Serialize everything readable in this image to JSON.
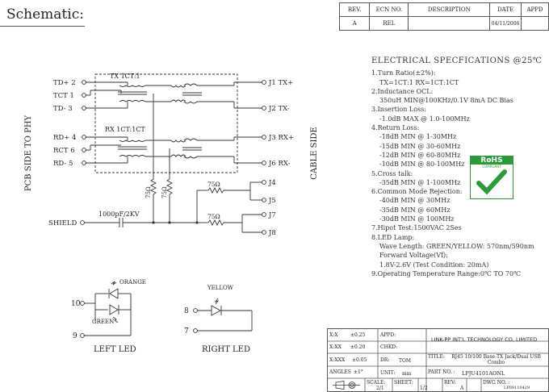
{
  "header": {
    "title": "Schematic:",
    "rev_table": {
      "headers": [
        "REV.",
        "ECN NO.",
        "DESCRIPTION",
        "DATE",
        "APPD"
      ],
      "row": [
        "A",
        "REL",
        "",
        "04/11/2006",
        ""
      ]
    }
  },
  "schematic": {
    "left_side_label": "PCB SIDE TO PHY",
    "right_side_label": "CABLE SIDE",
    "tx_label": "TX 1CT:1",
    "rx_label": "RX 1CT:1CT",
    "left_pins": [
      "TD+ 2",
      "TCT 1",
      "TD- 3",
      "RD+ 4",
      "RCT 6",
      "RD- 5"
    ],
    "right_pins": [
      "J1 TX+",
      "J2 TX-",
      "J3 RX+",
      "J6 RX-",
      "J4",
      "J5",
      "J7",
      "J8"
    ],
    "r1": "75Ω",
    "r2": "75Ω",
    "r3": "75Ω",
    "r4": "75Ω",
    "cap": "1000pF/2KV",
    "shield": "SHIELD"
  },
  "leds": {
    "left": {
      "title": "LEFT LED",
      "pin_top": "10",
      "pin_bottom": "9",
      "orange": "ORANGE",
      "green": "GREEN"
    },
    "right": {
      "title": "RIGHT LED",
      "pin_top": "8",
      "pin_bottom": "7",
      "color": "YELLOW"
    }
  },
  "specs": {
    "title": "ELECTRICAL SPECFICATIONS @25℃",
    "items": [
      {
        "head": "1.Turn Ratio(±2%):",
        "lines": [
          "TX=1CT:1    RX=1CT:1CT"
        ]
      },
      {
        "head": "2.Inductance OCL:",
        "lines": [
          "350uH MIN@100KHz/0.1V 8mA DC Bias"
        ]
      },
      {
        "head": "3.Insertion Loss:",
        "lines": [
          "-1.0dB MAX @ 1.0-100MHz"
        ]
      },
      {
        "head": "4.Return Loss:",
        "lines": [
          "-18dB MIN @ 1-30MHz",
          "-15dB MIN @ 30-60MHz",
          "-12dB MIN @ 60-80MHz",
          "-10dB MIN @ 80-100MHz"
        ]
      },
      {
        "head": "5.Cross talk:",
        "lines": [
          "-35dB MIN @ 1-100MHz"
        ]
      },
      {
        "head": "6.Common Mode Rejection:",
        "lines": [
          "-40dB MIN @ 30MHz",
          "-35dB MIN @ 60MHz",
          "-30dB MIN @ 100MHz"
        ]
      },
      {
        "head": "7.Hipot Test:1500VAC 2Ses",
        "lines": []
      },
      {
        "head": "8.LED Lamp:",
        "lines": [
          "Wave Length: GREEN/YELLOW: 570nm/590nm",
          "Forward Voltage(Vf):",
          "1.8V-2.6V (Test Condition: 20mA)"
        ]
      },
      {
        "head": "9.Operating Temperature Range:0℃ TO 70℃",
        "lines": []
      }
    ]
  },
  "rohs": {
    "label": "RoHS",
    "sub": "COMPLIANT"
  },
  "title_block": {
    "tol": [
      {
        "k": "X:X",
        "v": "±0.25"
      },
      {
        "k": "X:XX",
        "v": "±0.20"
      },
      {
        "k": "X:XXX",
        "v": "±0.05"
      },
      {
        "k": "ANGLES",
        "v": "±1°"
      }
    ],
    "appd": "APPD:",
    "chkd": "CHKD:",
    "dr": "DR:",
    "dr_val": "TOM",
    "unit": "UNIT:",
    "unit_val": "mm",
    "company": "LINK-PP INT'L TECHNOLOGY CO, LIMITED",
    "title_label": "TITLE:",
    "title_val": "RJ45 10/100 Base-TX Jack/Dual USB Combo",
    "part_label": "PART NO. :",
    "part_val": "LPJU4101AONL",
    "scale_label": "SCALE:",
    "scale_val": "2/1",
    "sheet_label": "SHEET:",
    "sheet_val": "1/2",
    "rev_label": "REV:",
    "rev_val": "A",
    "dwg_label": "DWG NO. :",
    "dwg_val": "LP09110429"
  }
}
